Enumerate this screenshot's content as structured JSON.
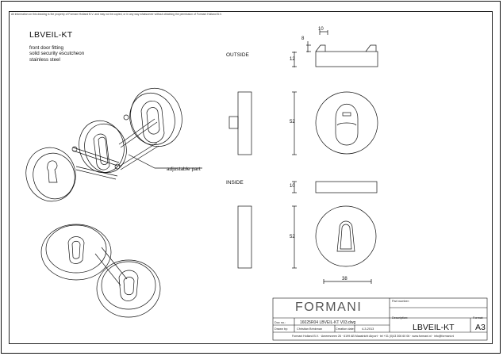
{
  "disclaimer": "All information on this drawing is the property of Formani Holland B.V. and may not be copied, or in any way whatsoever without obtaining the permission of Formani Holland B.V.",
  "product": {
    "code": "LBVEIL-KT",
    "description_lines": [
      "front door fitting",
      "solid security escutcheon",
      "stainless steel"
    ]
  },
  "labels": {
    "outside": "OUTSIDE",
    "inside": "INSIDE",
    "adjustable_part": "adjustable part"
  },
  "dimensions": {
    "top_width": "10",
    "top_height_a": "8",
    "top_height_b": "12",
    "outside_diameter": "52",
    "inside_thickness": "10",
    "inside_diameter": "52",
    "bottom_width": "38"
  },
  "title_block": {
    "brand": "FORMANI",
    "part_number_label": "Part number:",
    "description_label": "Description:",
    "format_label": "Format:",
    "doc_no_label": "Doc no.:",
    "doc_no_value": "16025R04 LBVEIL-KT V03.dwg",
    "drawn_by_label": "Drawn by:",
    "drawn_by_value": "Christian Brinkman",
    "creation_date_label": "Creation date:",
    "creation_date_value": "4-3-2013",
    "description_value": "LBVEIL-KT",
    "format_value": "A3",
    "footer": "Formani Holland B.V. · Ameersveen 26 · 6199 AB Maastricht Airport · tel +31 (0)43 306 60 06 · www.formani.nl · info@formani.nl"
  }
}
